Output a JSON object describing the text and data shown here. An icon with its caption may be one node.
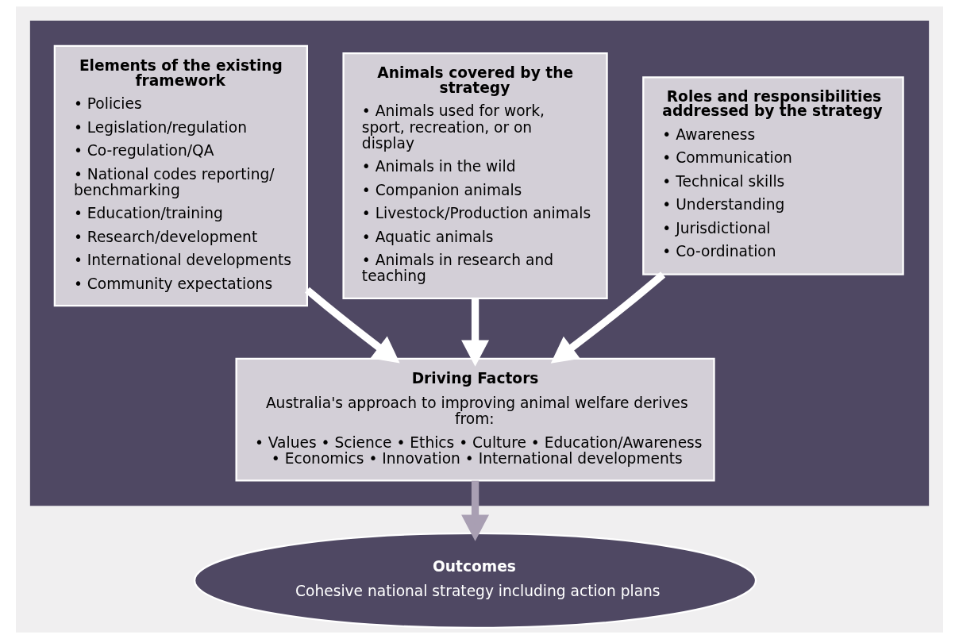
{
  "diagram": {
    "nodes": [
      {
        "text": [],
        "shape": "box"
      },
      {
        "text": [
          "Elements of the existing framework",
          "• Policies",
          "• Legislation/regulation",
          "• Co-regulation/QA",
          "• National codes reporting/ benchmarking",
          "• Education/training",
          "• Research/development",
          "• International developments",
          "• Community expectations"
        ],
        "in": 0
      },
      {
        "text": [
          "Animals covered by the strategy",
          "• Animals used for work, sport, recreation, or on display",
          "• Animals in the wild",
          "• Companion animals",
          "• Livestock/Production animals",
          "• Aquatic animals",
          "• Animals in research and teaching"
        ],
        "in": 0
      },
      {
        "text": [
          "Roles and responsibilities addressed by the strategy",
          "• Awareness",
          "• Communication",
          "• Technical skills",
          "• Understanding",
          "• Jurisdictional",
          "• Co-ordination"
        ],
        "in": 0
      },
      {
        "text": [
          "Driving Factors",
          "Australia's approach to improving animal welfare derives from:",
          "• Values • Science • Ethics • Culture • Education/Awareness • Economics • Innovation • International developments"
        ],
        "in": 0
      },
      {
        "text": [
          "Outcomes",
          "Cohesive national strategy including action plans"
        ]
      }
    ],
    "edges": [
      {
        "from": 1,
        "to": 4,
        "arrow": "to"
      },
      {
        "from": 2,
        "to": 4,
        "arrow": "to"
      },
      {
        "from": 3,
        "to": 4,
        "arrow": "to"
      },
      {
        "from": 4,
        "to": 5,
        "arrow": "to",
        "color": "#a99fb3"
      }
    ]
  }
}
